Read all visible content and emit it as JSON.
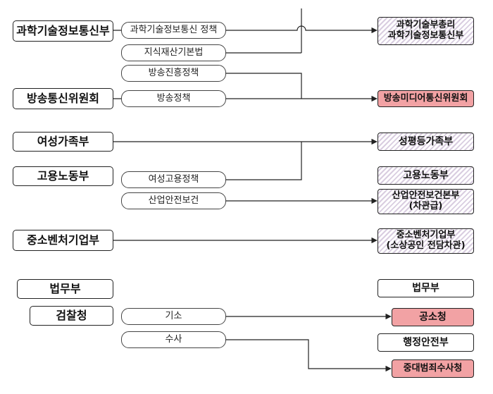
{
  "left_orgs": {
    "msit": "과학기술정보통신부",
    "kcc": "방송통신위원회",
    "mogef": "여성가족부",
    "moel": "고용노동부",
    "mss": "중소벤처기업부",
    "moj": "법무부",
    "prosecution": "검찰청"
  },
  "policies": {
    "science_policy": "과학기술정보통신 정책",
    "ip_law": "지식재산기본법",
    "broadcast_promotion": "방송진흥정책",
    "broadcast_policy": "방송정책",
    "women_employment": "여성고용정책",
    "industrial_safety": "산업안전보건",
    "indictment": "기소",
    "investigation": "수사"
  },
  "targets": {
    "science_pm": "과학기술부총리\n과학기술정보통신부",
    "media_commission": "방송미디어통신위원회",
    "gender_equality": "성평등가족부",
    "labor": "고용노동부",
    "industrial_safety_vice": "산업안전보건본부\n(차관급)",
    "mss_vice": "중소벤처기업부\n(소상공인 전담차관)",
    "moj": "법무부",
    "indictment_office": "공소청",
    "mois": "행정안전부",
    "major_crime_agency": "중대범죄수사청"
  },
  "colors": {
    "pink": "#f2a2a4",
    "hatch": "#d9cde0",
    "line": "#222222"
  }
}
